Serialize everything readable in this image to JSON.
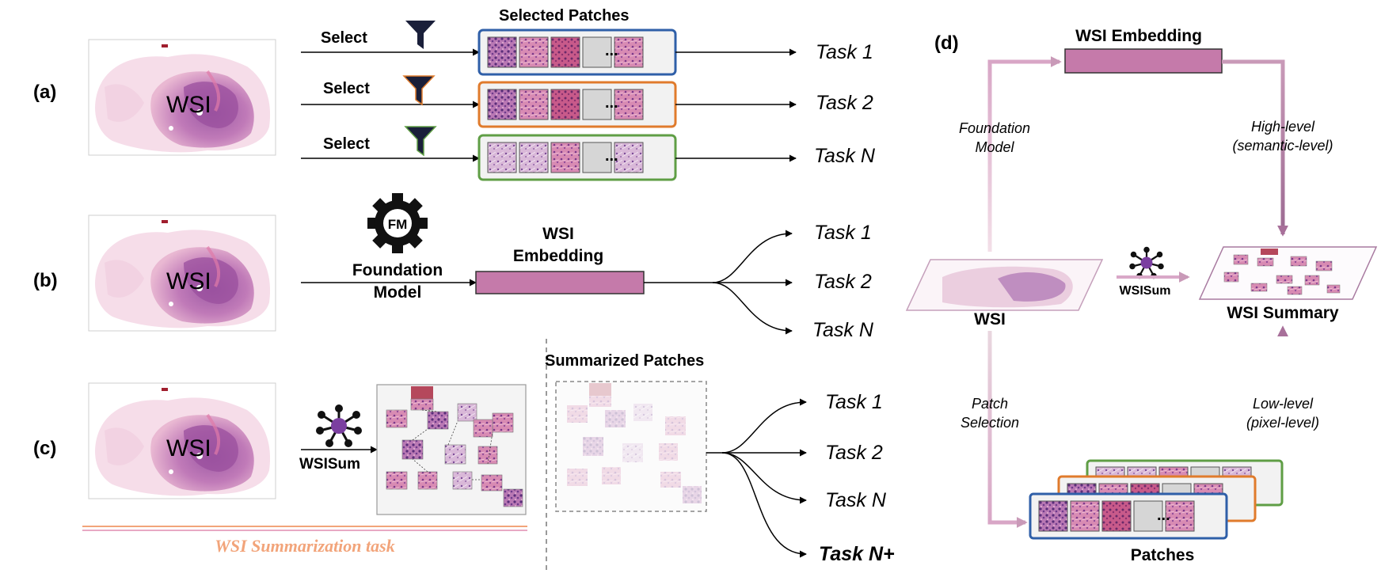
{
  "panel_a": {
    "panel_label": "(a)",
    "wsi_label": "WSI",
    "select_label": "Select",
    "heading": "Selected Patches",
    "tasks": [
      "Task 1",
      "Task 2",
      "Task N"
    ],
    "ellipsis": "...",
    "frame_colors": [
      "#2f5fa8",
      "#e07b2c",
      "#5f9e45"
    ]
  },
  "panel_b": {
    "panel_label": "(b)",
    "wsi_label": "WSI",
    "fm_badge": "FM",
    "model_label": "Foundation\nModel",
    "embedding_label": "WSI\nEmbedding",
    "tasks": [
      "Task 1",
      "Task 2",
      "Task N"
    ]
  },
  "panel_c": {
    "panel_label": "(c)",
    "wsi_label": "WSI",
    "method_label": "WSISum",
    "heading": "Summarized Patches",
    "tasks": [
      "Task 1",
      "Task 2",
      "Task N",
      "Task N+"
    ],
    "task_caption": "WSI Summarization task"
  },
  "panel_d": {
    "panel_label": "(d)",
    "embedding_label": "WSI Embedding",
    "foundation_model": "Foundation\nModel",
    "high_level": "High-level\n(semantic-level)",
    "wsi_label": "WSI",
    "method_label": "WSISum",
    "summary_label": "WSI Summary",
    "patch_selection": "Patch\nSelection",
    "low_level": "Low-level\n(pixel-level)",
    "patches_label": "Patches",
    "ellipsis": "..."
  },
  "colors": {
    "embedding_fill": "#c57aaa",
    "tissue_pink": "#e8a9c4",
    "tissue_purple": "#8a5aa8",
    "caption_orange": "#f2a47a",
    "arrow_pink": "#d9a8c8",
    "node_purple": "#7b3fa0"
  }
}
